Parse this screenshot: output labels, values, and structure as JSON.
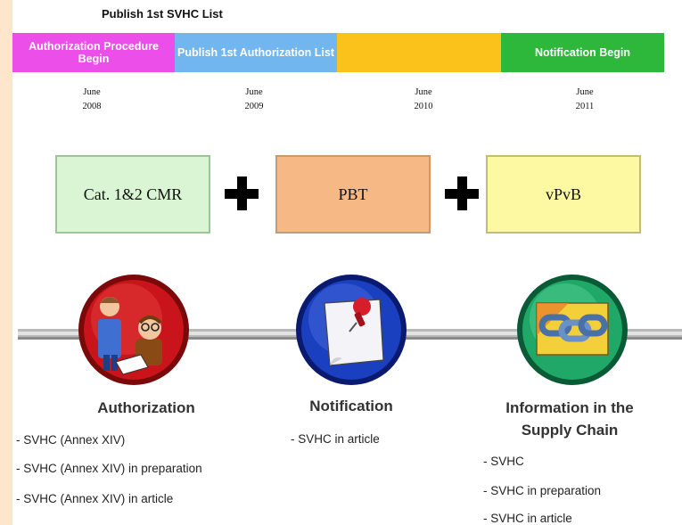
{
  "header": {
    "title": "Publish 1st SVHC List"
  },
  "phases": [
    {
      "label": "Authorization Procedure Begin",
      "color": "#ec4fe9"
    },
    {
      "label": "Publish 1st Authorization List",
      "color": "#72b6f0"
    },
    {
      "label": "",
      "color": "#fbc21c"
    },
    {
      "label": "Notification Begin",
      "color": "#2db83c"
    }
  ],
  "dates": [
    {
      "month": "June",
      "year": "2008"
    },
    {
      "month": "June",
      "year": "2009"
    },
    {
      "month": "June",
      "year": "2010"
    },
    {
      "month": "June",
      "year": "2011"
    }
  ],
  "criteria": [
    {
      "label": "Cat. 1&2 CMR",
      "color": "#daf5d3"
    },
    {
      "label": "PBT",
      "color": "#f6b986"
    },
    {
      "label": "vPvB",
      "color": "#fdf9a3"
    }
  ],
  "sections": {
    "authorization": {
      "title": "Authorization",
      "items": [
        "- SVHC (Annex XIV)",
        "- SVHC (Annex XIV)  in preparation",
        "- SVHC (Annex XIV) in article"
      ]
    },
    "notification": {
      "title": "Notification",
      "items": [
        "- SVHC in article"
      ]
    },
    "supply_chain": {
      "title_line1": "Information in the",
      "title_line2": "Supply Chain",
      "items": [
        "- SVHC",
        "- SVHC in preparation",
        "- SVHC in article"
      ]
    }
  },
  "icons": [
    "meeting-people-icon",
    "pushpin-note-icon",
    "chain-links-icon",
    "plus-icon"
  ]
}
